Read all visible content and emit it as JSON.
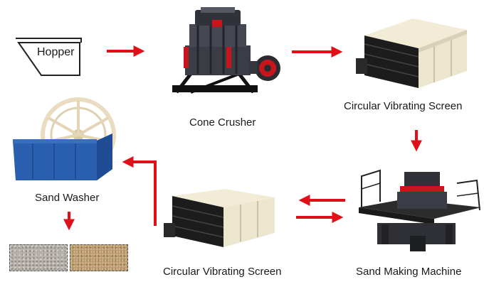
{
  "hopper": {
    "label": "Hopper"
  },
  "cone_crusher": {
    "label": "Cone Crusher"
  },
  "vibrating_screen_top": {
    "label": "Circular Vibrating Screen"
  },
  "vibrating_screen_bottom": {
    "label": "Circular Vibrating Screen"
  },
  "sand_making_machine": {
    "label": "Sand Making Machine"
  },
  "sand_washer": {
    "label": "Sand Washer"
  },
  "colors": {
    "arrow": "#e01018",
    "screen_body": "#ece6cf",
    "screen_deck": "#1c1c1c",
    "crusher_body": "#3a3d45",
    "crusher_accent": "#c8151c",
    "washer_tank": "#2a5fb0",
    "washer_wheel": "#e9dcc0",
    "gravel_sample": "#b8b4ad",
    "sand_sample": "#b99a6e"
  }
}
